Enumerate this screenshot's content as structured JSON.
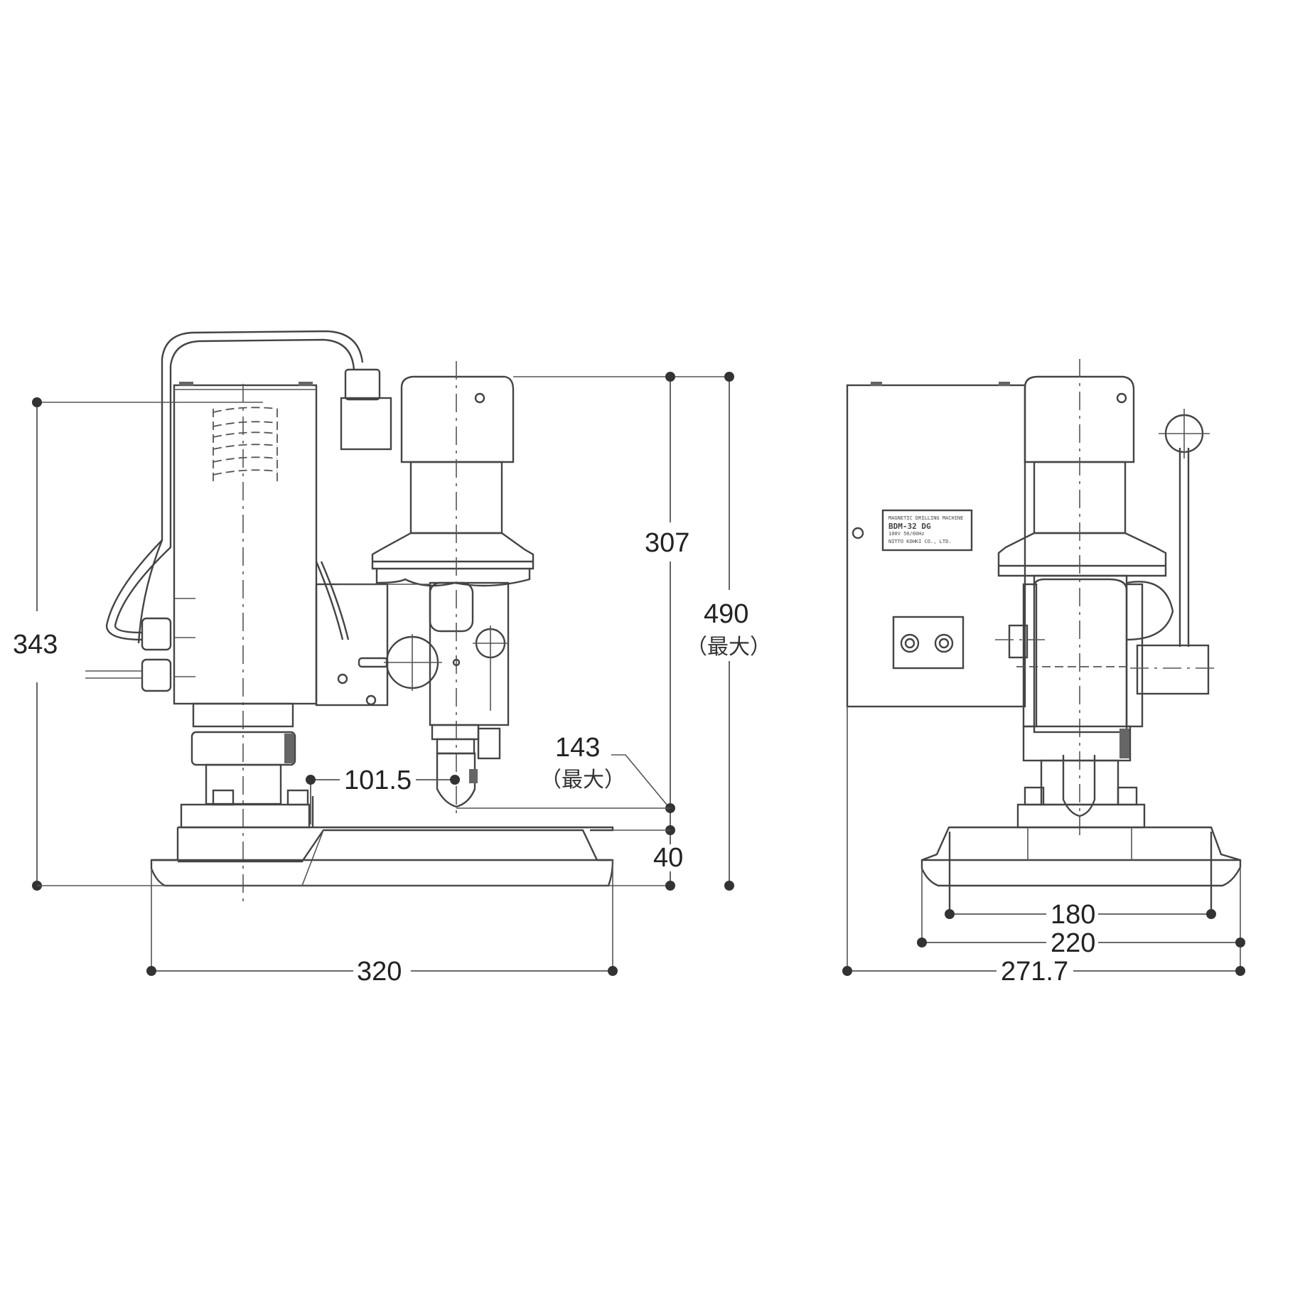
{
  "drawing": {
    "title": "Magnetic base drill — dimension drawing",
    "views": {
      "side": {
        "dimensions": {
          "overall_height_body": "343",
          "spindle_to_top": "307",
          "max_height": "490",
          "max_height_note": "（最大）",
          "stroke": "143",
          "stroke_note": "（最大）",
          "spindle_offset": "101.5",
          "base_height": "40",
          "base_length": "320"
        }
      },
      "front": {
        "nameplate": {
          "line1": "MAGNETIC DRILLING MACHINE",
          "model": "BDM-32 DG",
          "line3": "100V 50/60Hz",
          "line4": "NITTO KOHKI CO., LTD."
        },
        "dimensions": {
          "magnet_inner_width": "180",
          "base_width": "220",
          "overall_width": "271.7"
        }
      }
    }
  }
}
